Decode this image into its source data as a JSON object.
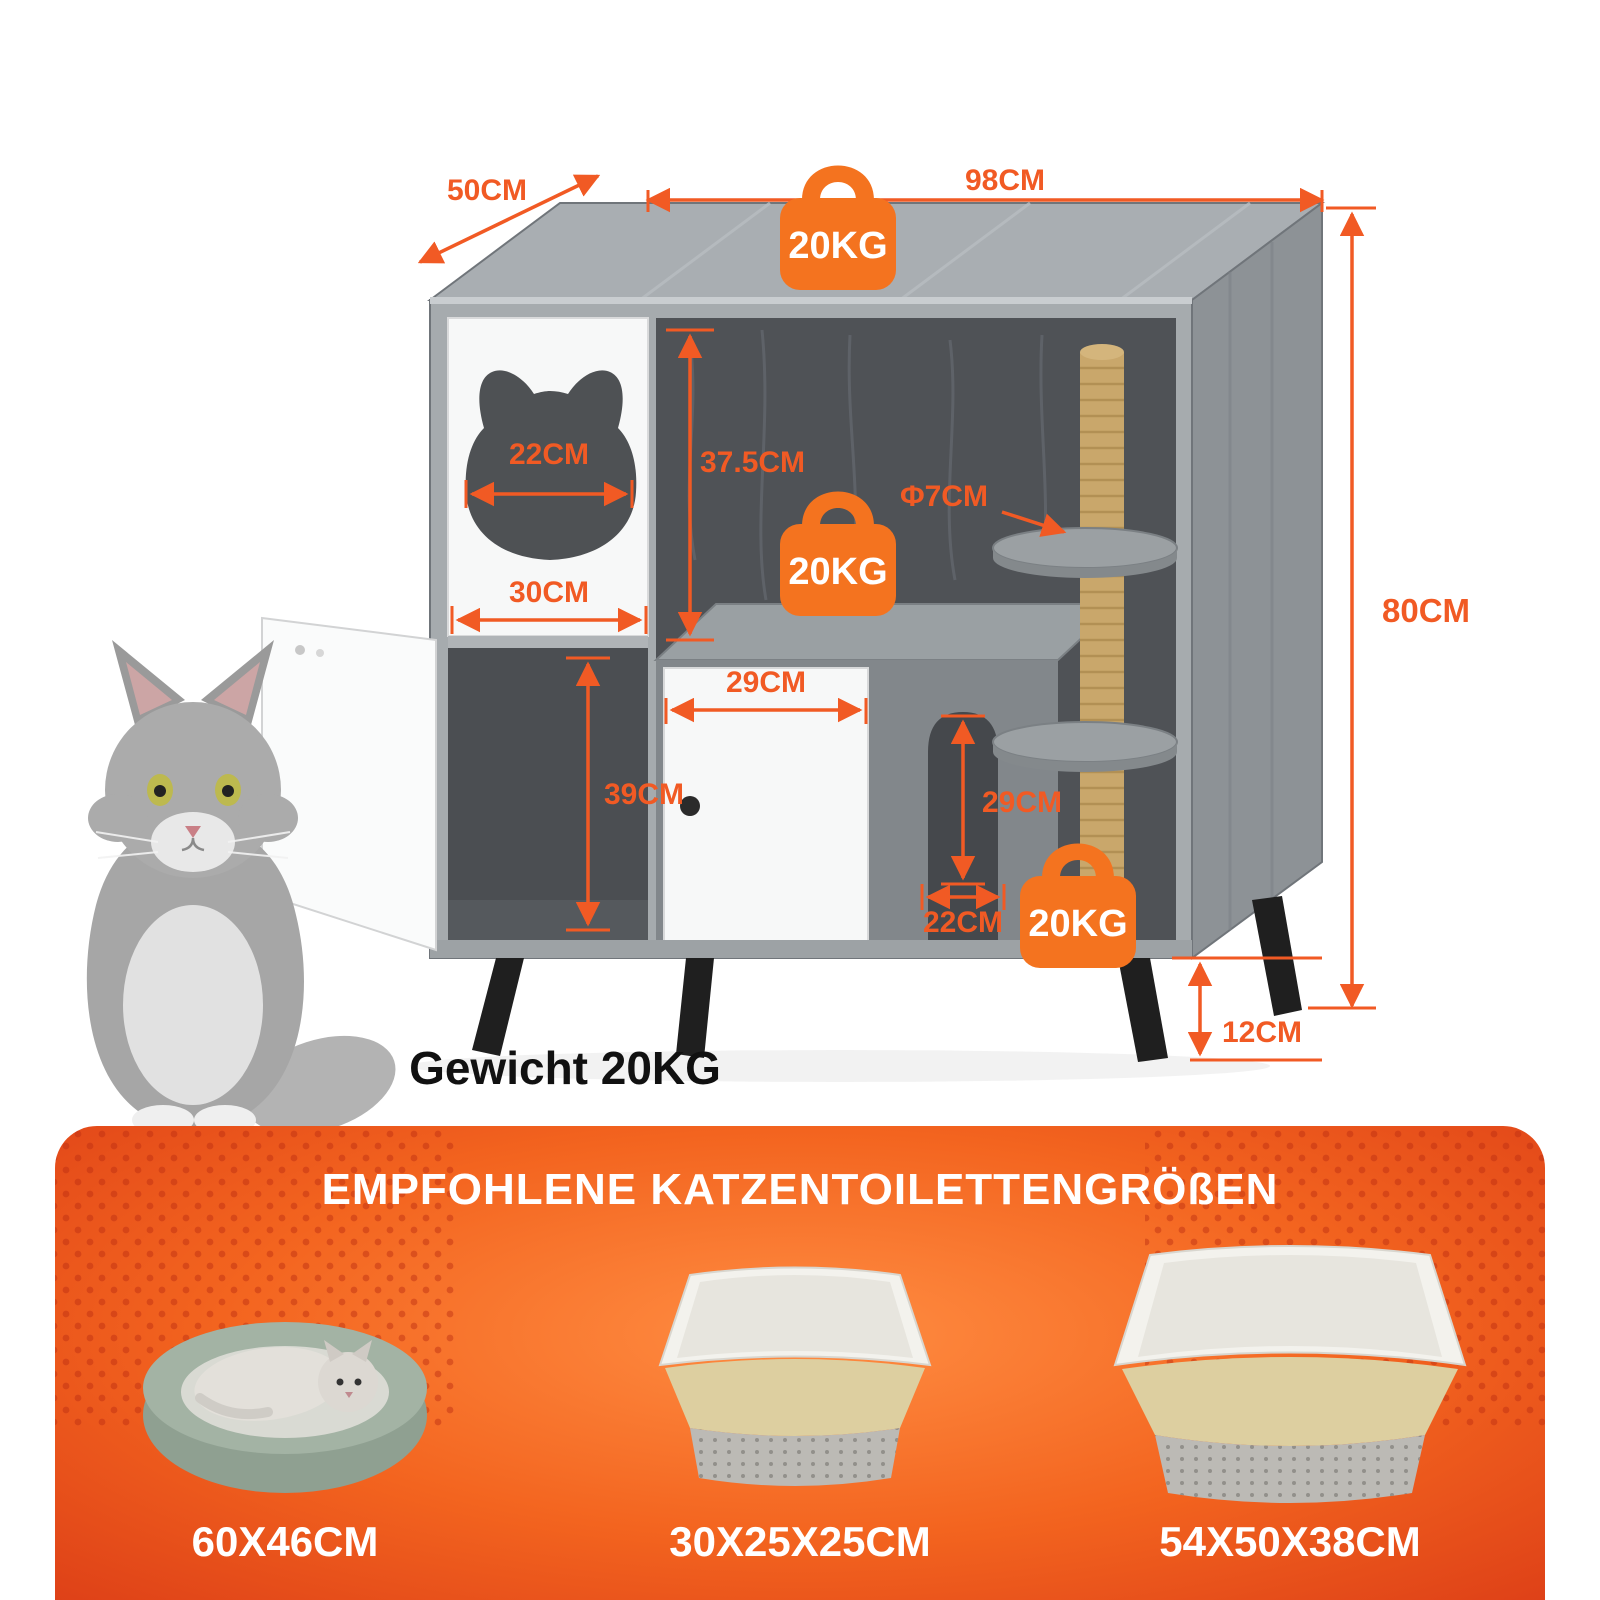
{
  "colors": {
    "accent": "#f15a24",
    "panel_center": "#ff8d42",
    "panel_edge": "#da3a16",
    "wood_front": "#a6abae",
    "wood_dark_interior": "#4f5256"
  },
  "diagram": {
    "weights": {
      "top": "20KG",
      "middle": "20KG",
      "bottom": "20KG"
    },
    "dimensions": {
      "depth": "50CM",
      "width": "98CM",
      "hole_width": "22CM",
      "upper_compartment_height": "37.5CM",
      "post_diameter": "Φ7CM",
      "left_door_width": "30CM",
      "overall_height": "80CM",
      "inner_door_width": "29CM",
      "lower_compartment_height": "39CM",
      "arch_height": "29CM",
      "arch_width": "22CM",
      "leg_height": "12CM"
    },
    "weight_caption": "Gewicht 20KG"
  },
  "recommendation_panel": {
    "title": "EMPFOHLENE KATZENTOILETTENGRÖßEN",
    "items": [
      {
        "name": "cat-bed",
        "size": "60X46CM"
      },
      {
        "name": "litter-box-small",
        "size": "30X25X25CM"
      },
      {
        "name": "litter-box-large",
        "size": "54X50X38CM"
      }
    ]
  }
}
